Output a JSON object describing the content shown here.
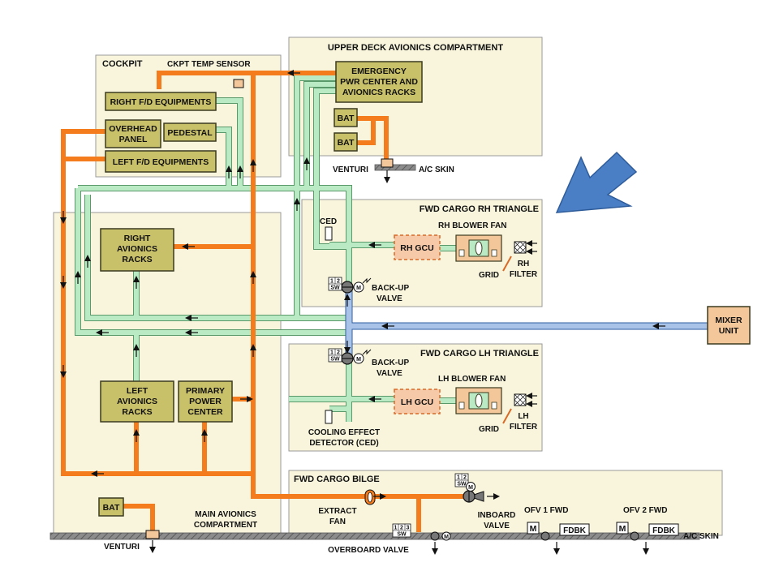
{
  "colors": {
    "zone_fill": "#f8f5dc",
    "zone_border": "#9a9a9a",
    "equipment_fill": "#c9c16a",
    "equipment_border": "#3b3b20",
    "hot_duct": "#f47c1c",
    "cool_duct": "#b9eac4",
    "cool_duct_edge": "#5a9a6a",
    "mixer_duct": "#a9c3e8",
    "mixer_fill": "#f4c79a",
    "gcu_fill": "#f6c9a8",
    "gcu_border": "#d86a28",
    "skin": "#8c8c8c",
    "arrow_pointer": "#4a7ec5"
  },
  "zones": {
    "cockpit": "COCKPIT",
    "upper_deck": "UPPER DECK AVIONICS COMPARTMENT",
    "rh_triangle": "FWD CARGO RH TRIANGLE",
    "lh_triangle": "FWD CARGO LH TRIANGLE",
    "main_avionics_line1": "MAIN AVIONICS",
    "main_avionics_line2": "COMPARTMENT",
    "bilge": "FWD CARGO BILGE"
  },
  "equipment": {
    "right_fd": "RIGHT F/D EQUIPMENTS",
    "overhead_line1": "OVERHEAD",
    "overhead_line2": "PANEL",
    "pedestal": "PEDESTAL",
    "left_fd": "LEFT F/D EQUIPMENTS",
    "emergency_line1": "EMERGENCY",
    "emergency_line2": "PWR CENTER AND",
    "emergency_line3": "AVIONICS RACKS",
    "bat": "BAT",
    "right_racks_line1": "RIGHT",
    "right_racks_line2": "AVIONICS",
    "right_racks_line3": "RACKS",
    "left_racks_line1": "LEFT",
    "left_racks_line2": "AVIONICS",
    "left_racks_line3": "RACKS",
    "primary_line1": "PRIMARY",
    "primary_line2": "POWER",
    "primary_line3": "CENTER",
    "mixer_line1": "MIXER",
    "mixer_line2": "UNIT",
    "rh_gcu": "RH GCU",
    "lh_gcu": "LH GCU"
  },
  "labels": {
    "ckpt_temp_sensor": "CKPT TEMP SENSOR",
    "venturi": "VENTURI",
    "ac_skin": "A/C SKIN",
    "ced": "CED",
    "rh_blower_fan": "RH BLOWER FAN",
    "lh_blower_fan": "LH BLOWER FAN",
    "grid": "GRID",
    "rh_filter_line1": "RH",
    "rh_filter_line2": "FILTER",
    "lh_filter_line1": "LH",
    "lh_filter_line2": "FILTER",
    "backup_line1": "BACK-UP",
    "backup_line2": "VALVE",
    "ced_full_line1": "COOLING EFFECT",
    "ced_full_line2": "DETECTOR (CED)",
    "extract_line1": "EXTRACT",
    "extract_line2": "FAN",
    "inboard_line1": "INBOARD",
    "inboard_line2": "VALVE",
    "ofv1": "OFV 1 FWD",
    "ofv2": "OFV 2 FWD",
    "fdbk": "FDBK",
    "overboard_valve": "OVERBOARD VALVE",
    "motor_m": "M",
    "sw": "SW",
    "sw_1": "1",
    "sw_2": "2",
    "sw_3": "3"
  }
}
